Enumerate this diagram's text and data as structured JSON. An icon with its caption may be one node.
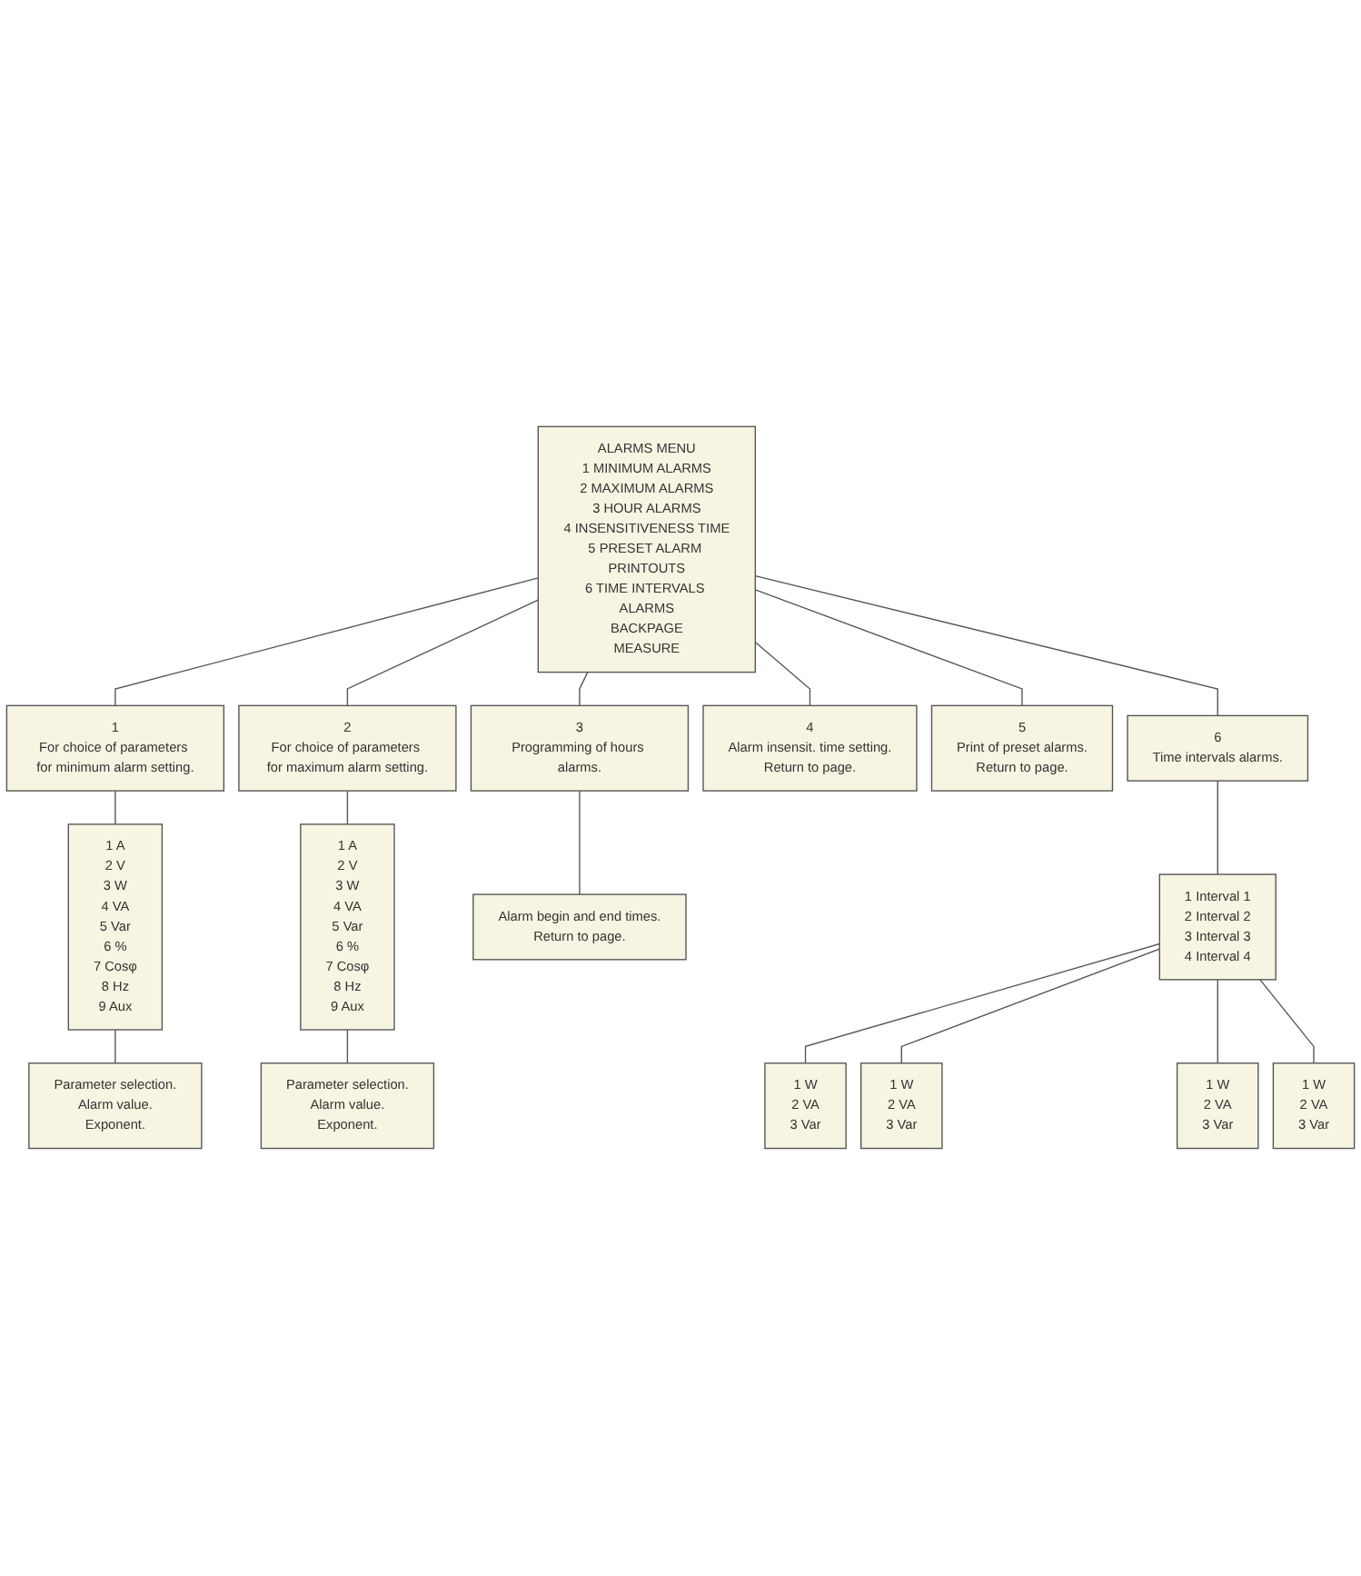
{
  "diagram": {
    "nodes": [
      {
        "text": [
          "ALARMS MENU",
          "1 MINIMUM ALARMS",
          "2 MAXIMUM ALARMS",
          "3 HOUR ALARMS",
          "4 INSENSITIVENESS TIME",
          "5 PRESET ALARM PRINTOUTS",
          "6 TIME INTERVALS ALARMS",
          "BACKPAGE",
          "MEASURE"
        ]
      },
      {
        "text": [
          "1",
          "For choice of parameters for minimum alarm setting."
        ]
      },
      {
        "text": [
          "2",
          "For choice of parameters for maximum alarm setting."
        ]
      },
      {
        "text": [
          "3",
          "Programming of hours alarms."
        ]
      },
      {
        "text": [
          "4",
          "Alarm insensit. time setting.",
          "Return to page."
        ]
      },
      {
        "text": [
          "5",
          "Print of preset alarms.",
          "Return to page."
        ]
      },
      {
        "text": [
          "6",
          "Time intervals alarms."
        ]
      },
      {
        "text": [
          "1 A",
          "2 V",
          "3 W",
          "4 VA",
          "5 Var",
          "6 %",
          "7 Cosφ",
          "8 Hz",
          "9 Aux"
        ]
      },
      {
        "text": [
          "1 A",
          "2 V",
          "3 W",
          "4 VA",
          "5 Var",
          "6 %",
          "7 Cosφ",
          "8 Hz",
          "9 Aux"
        ]
      },
      {
        "text": [
          "Alarm begin and end times.",
          "Return to page."
        ]
      },
      {
        "text": [
          "Parameter selection.",
          "Alarm value.",
          "Exponent."
        ]
      },
      {
        "text": [
          "Parameter selection.",
          "Alarm value.",
          "Exponent."
        ]
      },
      {
        "text": [
          "1 Interval 1",
          "2 Interval 2",
          "3 Interval 3",
          "4 Interval 4"
        ]
      },
      {
        "text": [
          "1 W",
          "2 VA",
          "3 Var"
        ]
      },
      {
        "text": [
          "1 W",
          "2 VA",
          "3 Var"
        ]
      },
      {
        "text": [
          "1 W",
          "2 VA",
          "3 Var"
        ]
      },
      {
        "text": [
          "1 W",
          "2 VA",
          "3 Var"
        ]
      }
    ],
    "edges": [
      {
        "from": 0,
        "to": 1,
        "arrow": "none"
      },
      {
        "from": 0,
        "to": 2,
        "arrow": "none"
      },
      {
        "from": 0,
        "to": 3,
        "arrow": "none"
      },
      {
        "from": 0,
        "to": 4,
        "arrow": "none"
      },
      {
        "from": 0,
        "to": 5,
        "arrow": "none"
      },
      {
        "from": 0,
        "to": 6,
        "arrow": "none"
      },
      {
        "from": 1,
        "to": 7,
        "arrow": "none"
      },
      {
        "from": 2,
        "to": 8,
        "arrow": "none"
      },
      {
        "from": 3,
        "to": 9,
        "arrow": "none"
      },
      {
        "from": 6,
        "to": 12,
        "arrow": "none"
      },
      {
        "from": 7,
        "to": 10,
        "arrow": "none"
      },
      {
        "from": 8,
        "to": 11,
        "arrow": "none"
      },
      {
        "from": 12,
        "to": 13,
        "arrow": "none"
      },
      {
        "from": 12,
        "to": 14,
        "arrow": "none"
      },
      {
        "from": 12,
        "to": 15,
        "arrow": "none"
      },
      {
        "from": 12,
        "to": 16,
        "arrow": "none"
      }
    ]
  }
}
